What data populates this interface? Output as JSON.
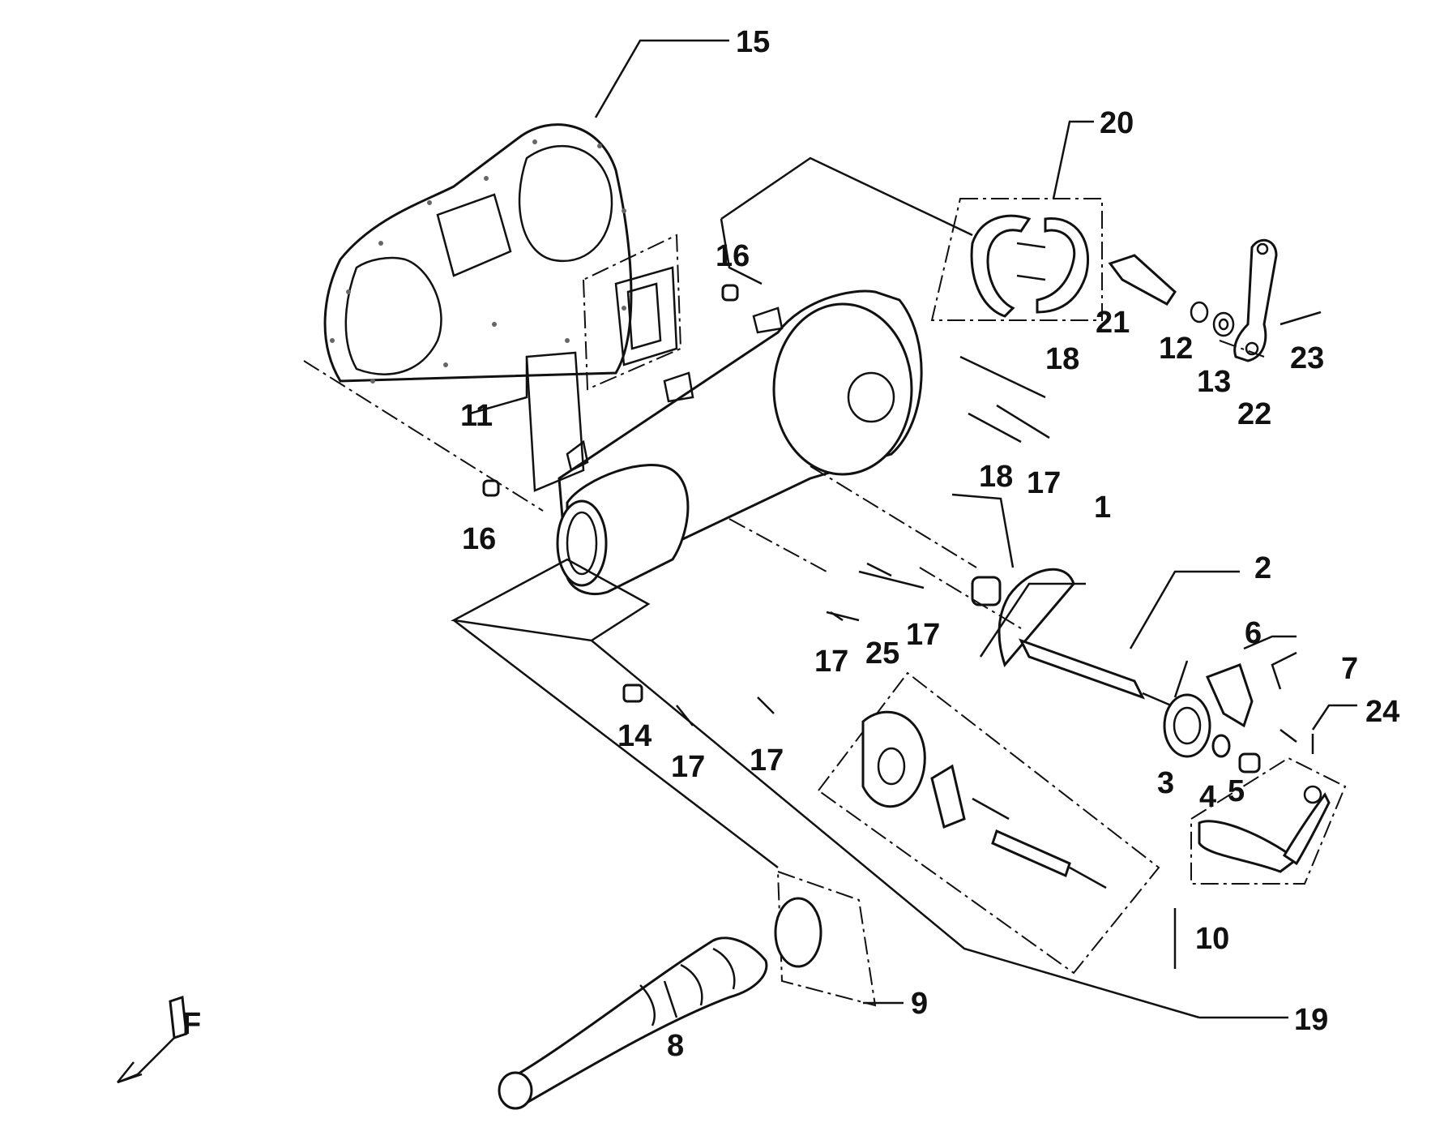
{
  "diagram": {
    "background": "#ffffff",
    "ink": "#111111",
    "callouts": [
      {
        "id": "c15",
        "label": "15"
      },
      {
        "id": "c20",
        "label": "20"
      },
      {
        "id": "c16a",
        "label": "16"
      },
      {
        "id": "c21",
        "label": "21"
      },
      {
        "id": "c12",
        "label": "12"
      },
      {
        "id": "c13",
        "label": "13"
      },
      {
        "id": "c23",
        "label": "23"
      },
      {
        "id": "c22",
        "label": "22"
      },
      {
        "id": "c18a",
        "label": "18"
      },
      {
        "id": "c18b",
        "label": "18"
      },
      {
        "id": "c17a",
        "label": "17"
      },
      {
        "id": "c11",
        "label": "11"
      },
      {
        "id": "c16b",
        "label": "16"
      },
      {
        "id": "c1",
        "label": "1"
      },
      {
        "id": "c2",
        "label": "2"
      },
      {
        "id": "c17b",
        "label": "17"
      },
      {
        "id": "c17c",
        "label": "17"
      },
      {
        "id": "c25",
        "label": "25"
      },
      {
        "id": "c6",
        "label": "6"
      },
      {
        "id": "c7",
        "label": "7"
      },
      {
        "id": "c24",
        "label": "24"
      },
      {
        "id": "c14",
        "label": "14"
      },
      {
        "id": "c17d",
        "label": "17"
      },
      {
        "id": "c17e",
        "label": "17"
      },
      {
        "id": "c3",
        "label": "3"
      },
      {
        "id": "c4",
        "label": "4"
      },
      {
        "id": "c5",
        "label": "5"
      },
      {
        "id": "c10",
        "label": "10"
      },
      {
        "id": "c9",
        "label": "9"
      },
      {
        "id": "c19",
        "label": "19"
      },
      {
        "id": "c8",
        "label": "8"
      }
    ],
    "front_marker": {
      "letter": "F"
    }
  }
}
